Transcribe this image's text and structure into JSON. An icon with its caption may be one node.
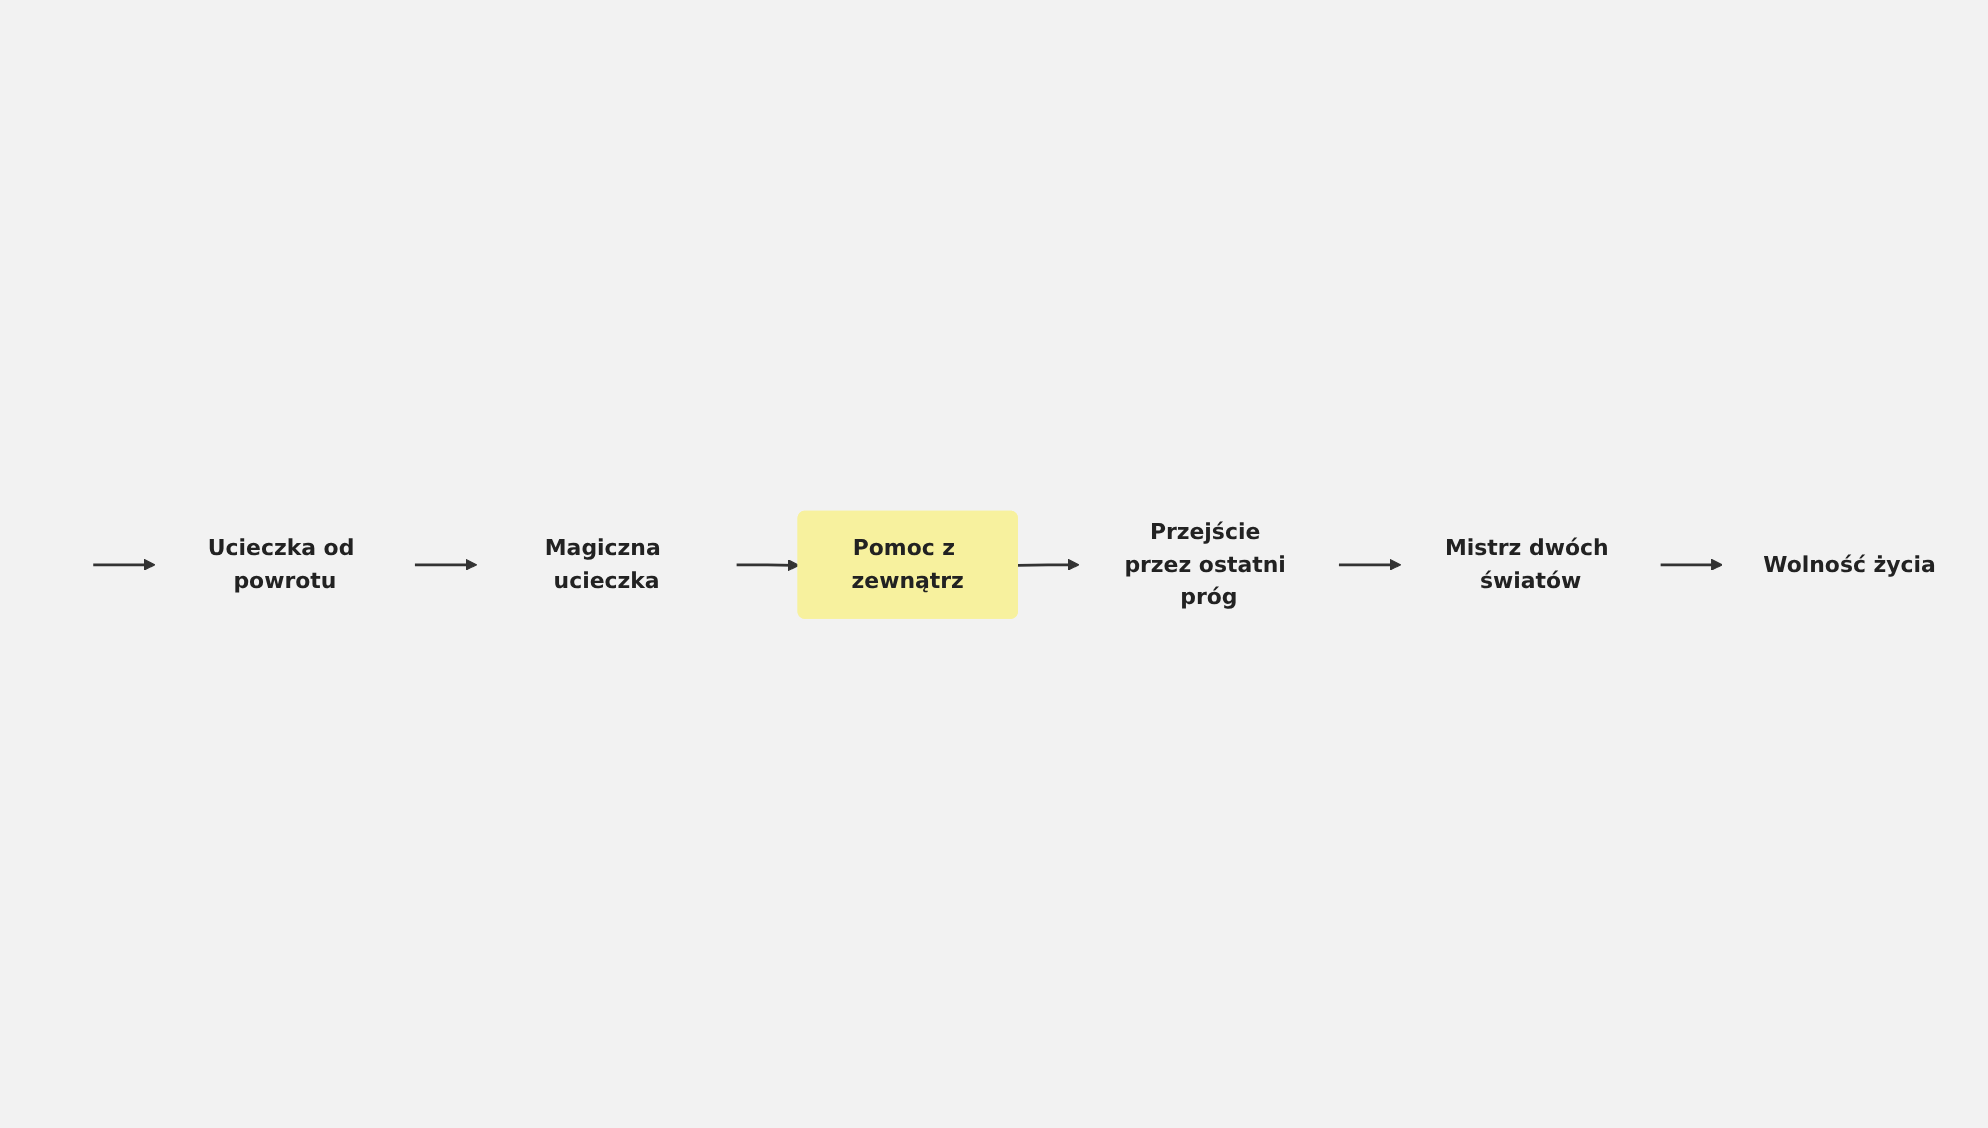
{
  "diagram": {
    "nodes": [
      {
        "text": [
          "Ucieczka od powrotu"
        ]
      },
      {
        "text": [
          "Magiczna ucieczka"
        ]
      },
      {
        "text": [
          "Pomoc z zewnątrz"
        ]
      },
      {
        "text": [
          "Przejście przez ostatni próg"
        ]
      },
      {
        "text": [
          "Mistrz dwóch światów"
        ]
      },
      {
        "text": [
          "Wolność życia"
        ]
      }
    ],
    "edges": [
      {
        "from": null,
        "to": 0,
        "arrow": "to"
      },
      {
        "from": 0,
        "to": 1,
        "arrow": "to"
      },
      {
        "from": 1,
        "to": 2,
        "arrow": "to"
      },
      {
        "from": 2,
        "to": 3,
        "arrow": "to"
      },
      {
        "from": 3,
        "to": 4,
        "arrow": "to"
      },
      {
        "from": 4,
        "to": 5,
        "arrow": "to"
      }
    ]
  }
}
